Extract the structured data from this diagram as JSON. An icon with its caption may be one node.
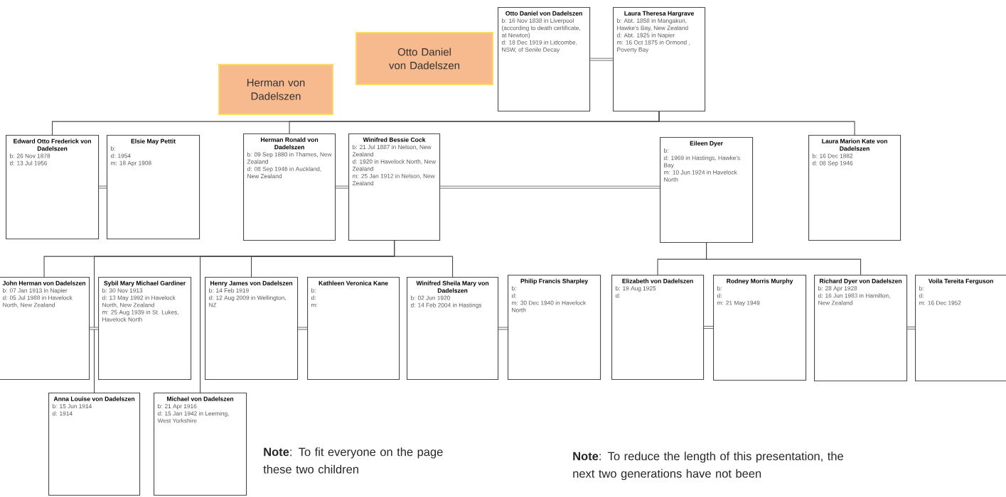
{
  "diagram": {
    "nodes": [
      {
        "text": [
          "Herman von Dadelszen"
        ]
      },
      {
        "text": [
          "Otto Daniel von Dadelszen"
        ]
      },
      {
        "text": [
          "Otto Daniel von Dadelszen",
          "b: 16 Nov 1838 in Liverpool (according to death certificate, at Newton)",
          "d: 18 Dec 1919 in Lidcombe, NSW, of Senile Decay"
        ]
      },
      {
        "text": [
          "Laura Theresa Hargrave",
          "b: Abt. 1858 in Mangakuri, Hawke's Bay, New Zealand",
          "d: Abt. 1925 in Napier",
          "m: 16 Oct 1875 in Ormond , Poverty Bay"
        ]
      },
      {
        "text": [
          "Edward Otto Frederick von Dadelszen",
          "b: 26 Nov 1878",
          "d: 13 Jul 1956"
        ]
      },
      {
        "text": [
          "Elsie May Pettit",
          "b:",
          "d: 1954",
          "m: 18 Apr 1908"
        ]
      },
      {
        "text": [
          "Herman Ronald von Dadelszen",
          "b: 09 Sep 1880 in Thames, New Zealand",
          "d: 08 Sep 1946 in Auckland, New Zealand"
        ]
      },
      {
        "text": [
          "Winifred Bessie Cock",
          "b: 21 Jul 1887 in Nelson, New Zealand",
          "d: 1920 in Havelock North, New Zealand",
          "m: 25 Jan 1912 in Nelson, New Zealand"
        ]
      },
      {
        "text": [
          "Eileen Dyer",
          "b:",
          "d: 1969 in Hastings, Hawke's Bay",
          "m: 10 Jun 1924 in Havelock North"
        ]
      },
      {
        "text": [
          "Laura Marion Kate von Dadelszen",
          "b: 16 Dec 1882",
          "d: 08 Sep 1946"
        ]
      },
      {
        "text": [
          "John Herman von Dadelszen",
          "b: 07 Jan 1913 in Napier",
          "d: 05 Jul 1988 in Havelock North, New Zealand"
        ]
      },
      {
        "text": [
          "Sybil Mary Michael Gardiner",
          "b: 30 Nov 1913",
          "d: 13 May 1992 in Havelock North, New Zealand",
          "m: 25 Aug 1939 in St. Lukes, Havelock North"
        ]
      },
      {
        "text": [
          "Henry James von Dadelszen",
          "b: 14 Feb 1919",
          "d: 12 Aug 2009 in Wellington, NZ"
        ]
      },
      {
        "text": [
          "Kathleen Veronica Kane",
          "b:",
          "d:",
          "m:"
        ]
      },
      {
        "text": [
          "Winifred Sheila Mary von Dadelszen",
          "b: 02 Jun 1920",
          "d: 14 Feb 2004 in Hastings"
        ]
      },
      {
        "text": [
          "Philip Francis Sharpley",
          "b:",
          "d:",
          "m: 30 Dec 1940 in Havelock North"
        ]
      },
      {
        "text": [
          "Elizabeth von Dadelszen",
          "b: 19 Aug 1925",
          "d:"
        ]
      },
      {
        "text": [
          "Rodney Morris Murphy",
          "b:",
          "d:",
          "m: 21 May 1949"
        ]
      },
      {
        "text": [
          "Richard Dyer von Dadelszen",
          "b: 28 Apr 1928",
          "d: 16 Jun 1983 in Hamilton, New Zealand"
        ]
      },
      {
        "text": [
          "Voila Tereita Ferguson",
          "b:",
          "d:",
          "m: 16 Dec 1952"
        ]
      },
      {
        "text": [
          "Anna Louise von Dadelszen",
          "b: 15 Jun 1914",
          "d: 1914"
        ]
      },
      {
        "text": [
          "Michael von Dadelszen",
          "b: 21 Apr 1916",
          "d: 15 Jan 1942 in Leeming, West Yorkshire"
        ]
      }
    ],
    "edges": [
      {
        "from": 2,
        "to": 3,
        "arrow": "none",
        "style": "thick"
      },
      {
        "from": 3,
        "to": 4,
        "arrow": "none"
      },
      {
        "from": 3,
        "to": 6,
        "arrow": "none"
      },
      {
        "from": 3,
        "to": 9,
        "arrow": "none"
      },
      {
        "from": 4,
        "to": 5,
        "arrow": "none",
        "style": "thick"
      },
      {
        "from": 6,
        "to": 7,
        "arrow": "none",
        "style": "thick"
      },
      {
        "from": 7,
        "to": 8,
        "arrow": "none",
        "style": "thick"
      },
      {
        "from": 7,
        "to": 10,
        "arrow": "none"
      },
      {
        "from": 7,
        "to": 12,
        "arrow": "none"
      },
      {
        "from": 7,
        "to": 14,
        "arrow": "none"
      },
      {
        "from": 7,
        "to": 20,
        "arrow": "none"
      },
      {
        "from": 7,
        "to": 21,
        "arrow": "none"
      },
      {
        "from": 8,
        "to": 16,
        "arrow": "none"
      },
      {
        "from": 8,
        "to": 18,
        "arrow": "none"
      },
      {
        "from": 10,
        "to": 11,
        "arrow": "none",
        "style": "thick"
      },
      {
        "from": 12,
        "to": 13,
        "arrow": "none",
        "style": "thick"
      },
      {
        "from": 14,
        "to": 15,
        "arrow": "none",
        "style": "thick"
      },
      {
        "from": 16,
        "to": 17,
        "arrow": "none",
        "style": "thick"
      },
      {
        "from": 18,
        "to": 19,
        "arrow": "none",
        "style": "thick"
      }
    ],
    "labels": [
      "**Note**: To fit everyone on the page these two children",
      "**Note**: To reduce the length of this presentation, the next two generations have not been"
    ]
  }
}
